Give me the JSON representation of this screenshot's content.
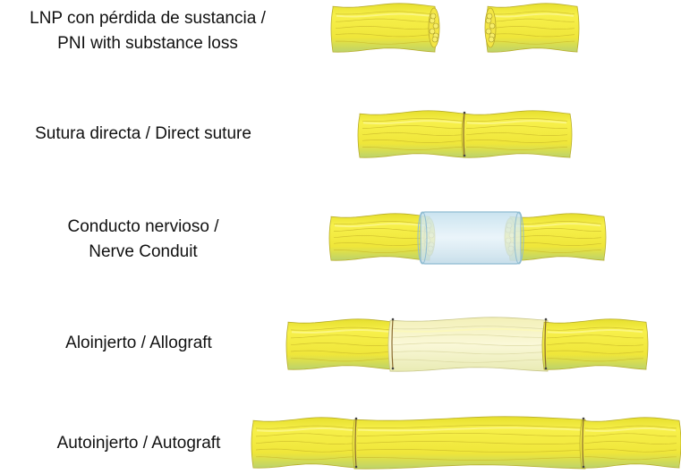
{
  "rows": [
    {
      "id": "pni-substance-loss",
      "lines": [
        "LNP con pérdida de sustancia /",
        "PNI with substance loss"
      ]
    },
    {
      "id": "direct-suture",
      "lines": [
        "Sutura directa / Direct suture"
      ]
    },
    {
      "id": "nerve-conduit",
      "lines": [
        "Conducto nervioso /",
        "Nerve Conduit"
      ]
    },
    {
      "id": "allograft",
      "lines": [
        "Aloinjerto / Allograft"
      ]
    },
    {
      "id": "autograft",
      "lines": [
        "Autoinjerto / Autograft"
      ]
    }
  ],
  "colors": {
    "nerve_yellow": "#f2e93a",
    "nerve_green_shade": "#b9d36a",
    "allograft_pale": "#f6f4c7",
    "conduit_blue": "#cfe6f2",
    "suture": "#8a6a30"
  }
}
